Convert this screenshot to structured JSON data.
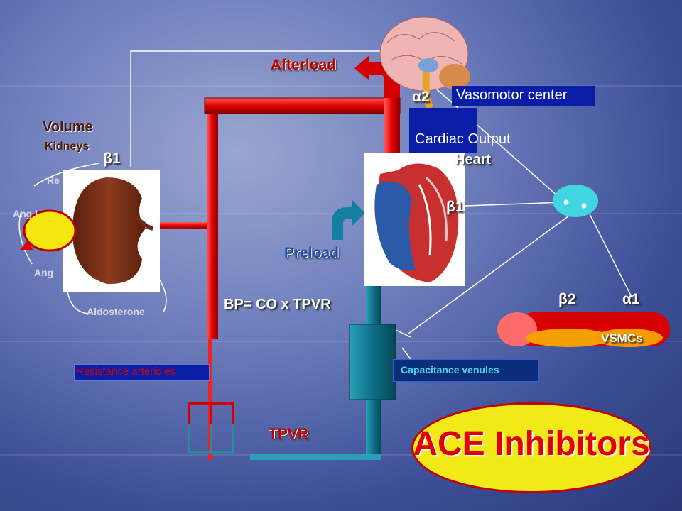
{
  "title": "ACE Inhibitors",
  "labels": {
    "afterload": "Afterload",
    "vasomotor_center": "Vasomotor center",
    "alpha2": "α2",
    "cardiac_output": "Cardiac Output",
    "heart": "Heart",
    "beta1_heart": "β1",
    "volume": "Volume",
    "kidneys": "Kidneys",
    "beta1_kidney": "β1",
    "renin": "Re",
    "ang_i": "Ang I",
    "ang_ii": "Ang",
    "aldosterone": "Aldosterone",
    "preload": "Preload",
    "bp_formula": "BP= CO x TPVR",
    "beta2": "β2",
    "alpha1": "α1",
    "vsmcs": "VSMCs",
    "resistance_arterioles": "Resistance arterioles",
    "capacitance_venules": "Capacitance venules",
    "tpvr": "TPVR"
  },
  "colors": {
    "arterial": "#e00000",
    "venous": "#0d6f87",
    "label_box": "#0a1da6",
    "highlight_oval": "#f2ea18"
  }
}
